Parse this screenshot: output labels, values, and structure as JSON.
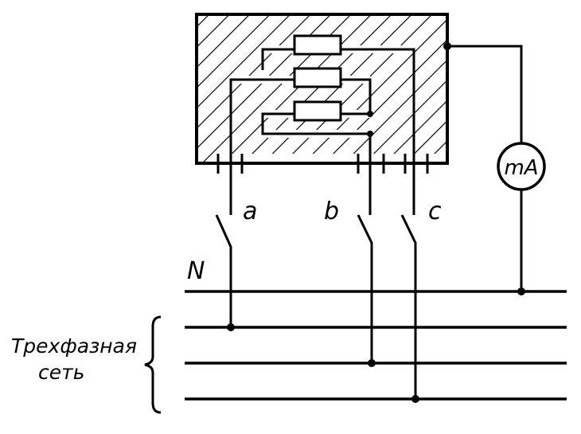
{
  "diagram": {
    "labels": {
      "phase_a": "a",
      "phase_b": "b",
      "phase_c": "c",
      "neutral": "N",
      "meter": "mA",
      "network_line1": "Трехфазная",
      "network_line2": "сеть"
    },
    "colors": {
      "line": "#000000",
      "background": "#ffffff"
    }
  }
}
